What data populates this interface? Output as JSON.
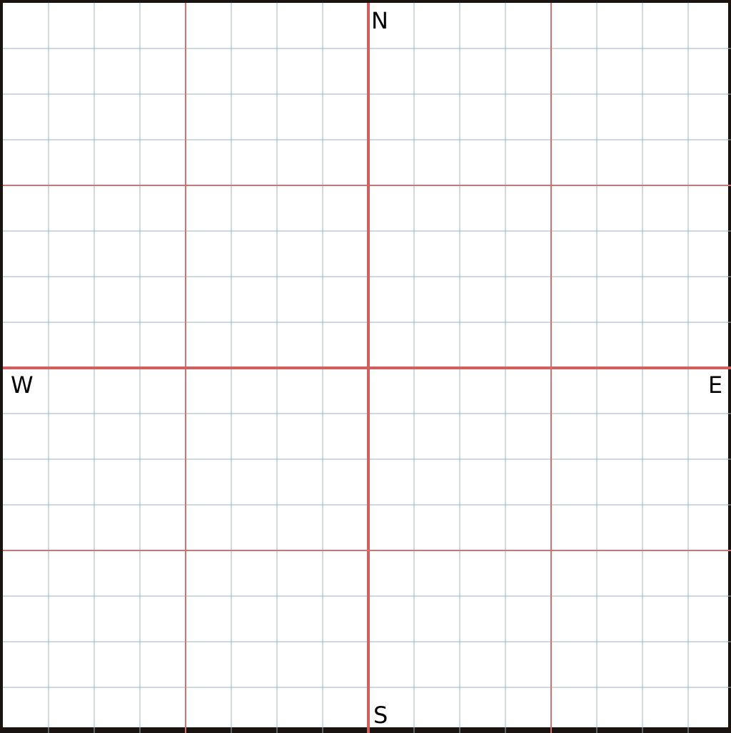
{
  "map": {
    "compass": {
      "north": "N",
      "south": "S",
      "west": "W",
      "east": "E"
    },
    "grid": {
      "minor_divisions": 16,
      "major_every": 4,
      "minor_color": "#9db0c0",
      "major_color": "#d77070",
      "axis_color": "#d06060",
      "background_color": "#ffffff",
      "frame_color": "#1a1410"
    }
  }
}
